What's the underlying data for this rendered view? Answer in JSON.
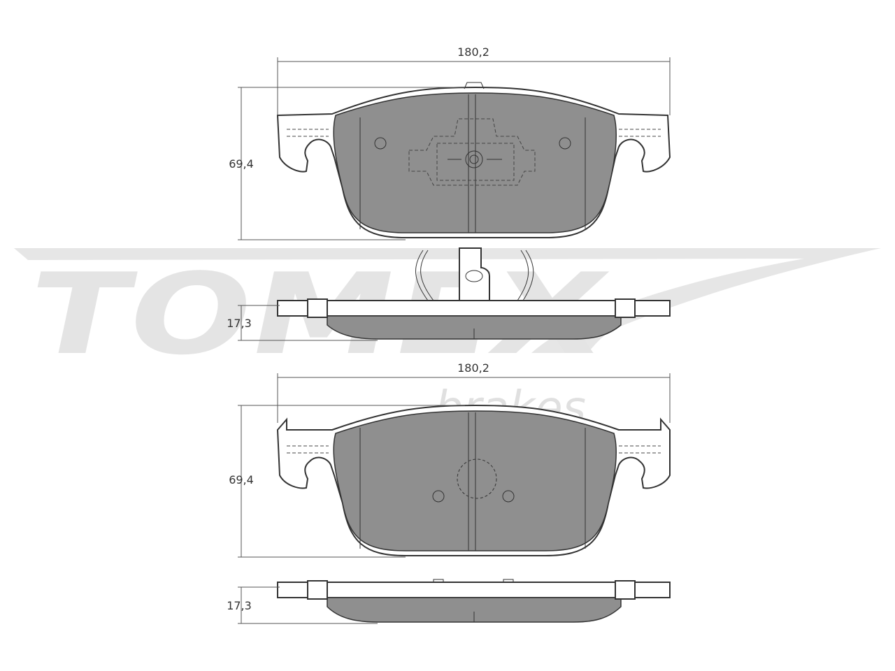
{
  "watermark": {
    "brand": "TOMEX",
    "sub": "brakes"
  },
  "pads": [
    {
      "width_label": "180,2",
      "height_label": "69,4",
      "thickness_label": "17,3"
    },
    {
      "width_label": "180,2",
      "height_label": "69,4",
      "thickness_label": "17,3"
    }
  ],
  "colors": {
    "friction": "#8f8f8f",
    "line": "#333333",
    "watermark": "#e4e4e4"
  }
}
